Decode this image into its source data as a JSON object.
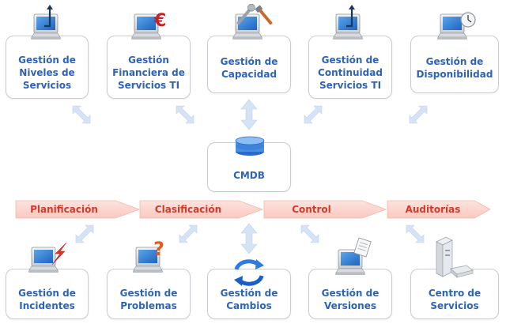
{
  "top_processes": [
    {
      "label": "Gestión de\nNiveles de\nServicios",
      "icon": "monitor-chart-icon"
    },
    {
      "label": "Gestión\nFinanciera de\nServicios TI",
      "icon": "monitor-euro-icon"
    },
    {
      "label": "Gestión de\nCapacidad",
      "icon": "monitor-tools-icon"
    },
    {
      "label": "Gestión de\nContinuidad\nServicios TI",
      "icon": "monitor-chart-icon"
    },
    {
      "label": "Gestión de\nDisponibilidad",
      "icon": "monitor-clock-icon"
    }
  ],
  "center": {
    "label": "CMDB",
    "icon": "database-icon"
  },
  "process_flow": [
    "Planificación",
    "Clasificación",
    "Control",
    "Auditorías"
  ],
  "bottom_processes": [
    {
      "label": "Gestión de\nIncidentes",
      "icon": "monitor-lightning-icon"
    },
    {
      "label": "Gestión de\nProblemas",
      "icon": "monitor-question-icon"
    },
    {
      "label": "Gestión de\nCambios",
      "icon": "refresh-cycle-icon"
    },
    {
      "label": "Gestión de\nVersiones",
      "icon": "monitor-document-icon"
    },
    {
      "label": "Centro de\nServicios",
      "icon": "server-phone-icon"
    }
  ],
  "colors": {
    "box_text": "#2e64b8",
    "flow_text": "#d33a2a",
    "flow_fill": "#fcd6d0",
    "connector_arrow": "#d6e2f5",
    "box_border": "#c9ccd0"
  }
}
